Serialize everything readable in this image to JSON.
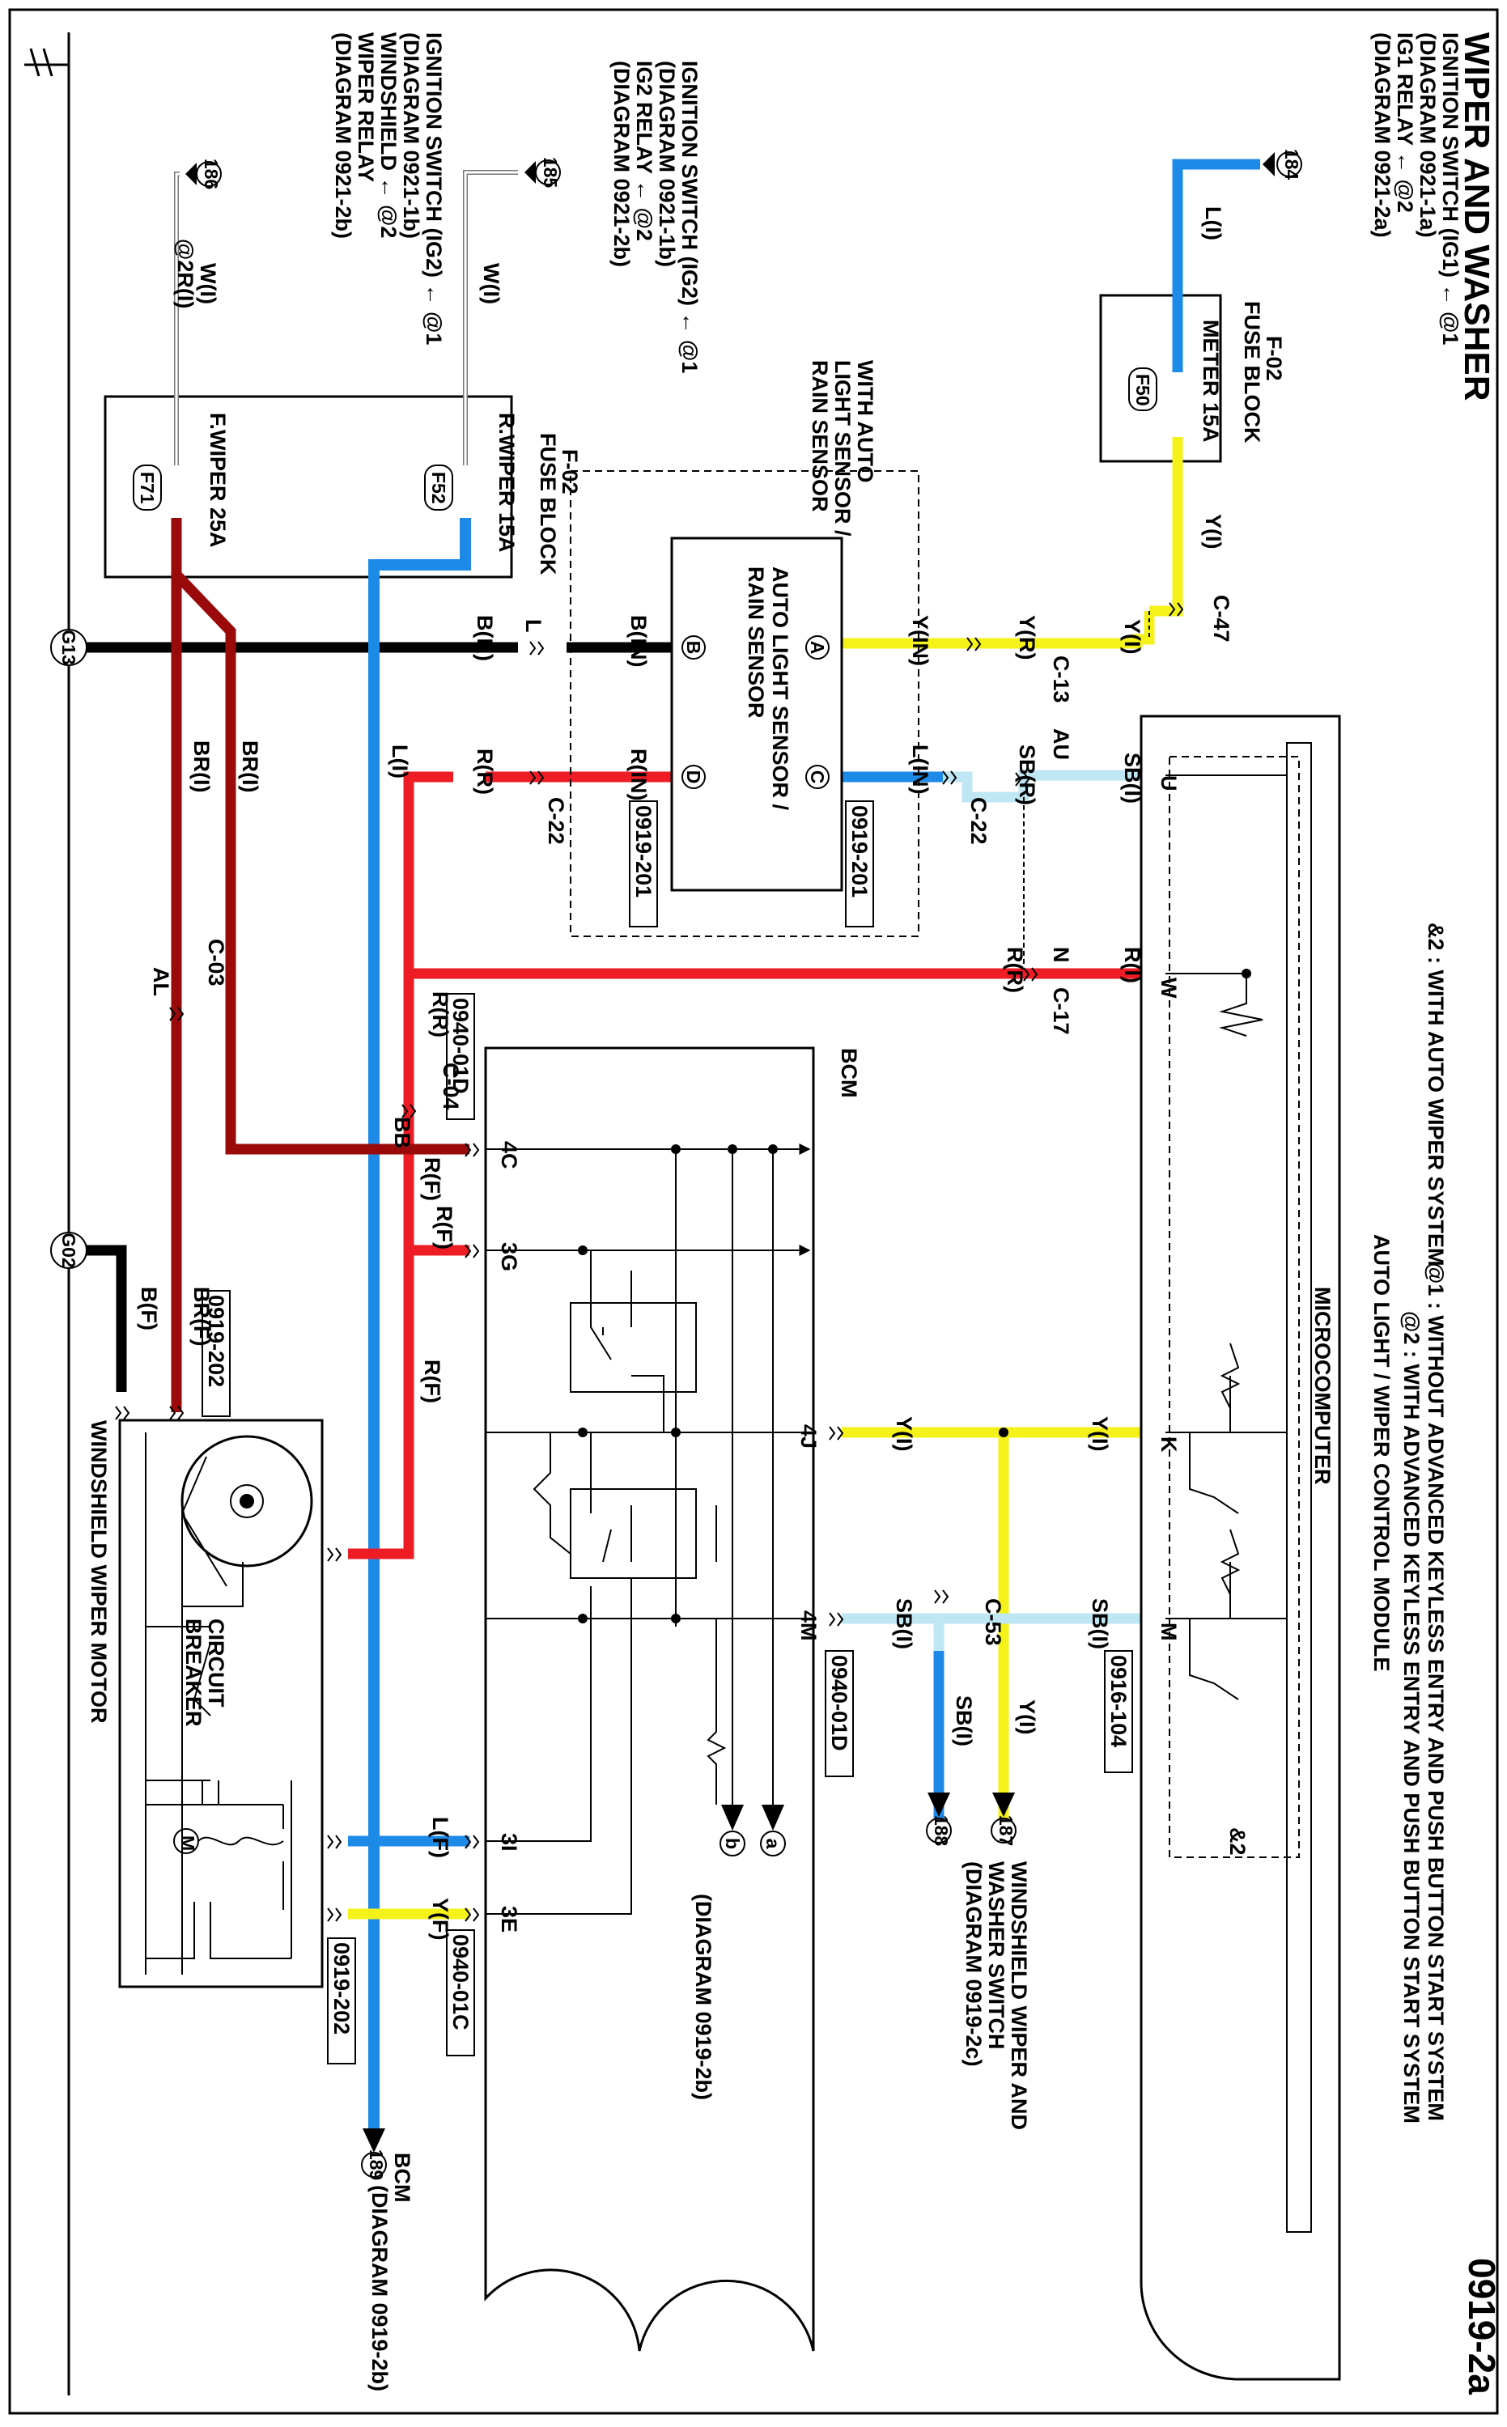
{
  "title": "WIPER AND WASHER",
  "page_number": "0919-2a",
  "notes": {
    "note1": "@1 : WITHOUT ADVANCED KEYLESS ENTRY AND PUSH BUTTON START SYSTEM",
    "note2": "@2 : WITH ADVANCED KEYLESS ENTRY AND PUSH BUTTON START SYSTEM",
    "note3": "&2 : WITH AUTO WIPER SYSTEM"
  },
  "sources": {
    "src184": {
      "ref": "184",
      "lines": [
        "IGNITION SWITCH (IG1) ← @1",
        "(DIAGRAM 0921-1a)",
        "IG1 RELAY ← @2",
        "(DIAGRAM 0921-2a)"
      ]
    },
    "src185": {
      "ref": "185",
      "lines": [
        "IGNITION SWITCH (IG2) ← @1",
        "(DIAGRAM 0921-1b)",
        "IG2 RELAY ← @2",
        "(DIAGRAM 0921-2b)"
      ]
    },
    "src186": {
      "ref": "186",
      "lines": [
        "IGNITION SWITCH (IG2) ← @1",
        "(DIAGRAM 0921-1b)",
        "WINDSHIELD ← @2",
        "WIPER RELAY",
        "(DIAGRAM 0921-2b)"
      ]
    }
  },
  "fuse_block_top": {
    "title": [
      "F-02",
      "FUSE BLOCK"
    ],
    "fuse_name": "METER 15A",
    "fuse_id": "F50"
  },
  "fuse_block_left": {
    "title": [
      "F-02",
      "FUSE BLOCK"
    ],
    "fuse1_name": "R.WIPER 15A",
    "fuse1_id": "F52",
    "fuse2_name": "F.WIPER 25A",
    "fuse2_id": "F71"
  },
  "sensor": {
    "enclosure_label": [
      "WITH AUTO",
      "LIGHT SENSOR /",
      "RAIN SENSOR"
    ],
    "name": [
      "AUTO LIGHT SENSOR /",
      "RAIN SENSOR"
    ],
    "pins": [
      "A",
      "B",
      "C",
      "D"
    ],
    "ref1": "0919-201",
    "ref2": "0919-201"
  },
  "module": {
    "title": "AUTO LIGHT / WIPER CONTROL MODULE",
    "micro": "MICROCOMPUTER",
    "pins": [
      "U",
      "W",
      "K",
      "M"
    ],
    "ref": "0916-104",
    "and2": "&2"
  },
  "bcm": {
    "title": "BCM",
    "pins": [
      "4C",
      "3G",
      "4J",
      "4M",
      "3I",
      "3E"
    ],
    "ref_top": "0940-01D",
    "ref_bot1": "0940-01D",
    "ref_bot2": "0940-01C"
  },
  "motor": {
    "title": "WINDSHIELD WIPER MOTOR",
    "breaker": [
      "CIRCUIT",
      "BREAKER"
    ],
    "ref1": "0919-202",
    "ref2": "0919-202",
    "m": "M"
  },
  "grounds": {
    "g13": "G13",
    "g02": "G02"
  },
  "connectors": {
    "c47": "C-47",
    "c13": "C-13",
    "au": "AU",
    "c22a": "C-22",
    "c22b": "C-22",
    "c17": "C-17",
    "n": "N",
    "c03": "C-03",
    "al": "AL",
    "c04": "C-04",
    "bb": "BB",
    "c53": "C-53"
  },
  "wires": {
    "w_l_top": "L(I)",
    "w_y_top": "Y(I)",
    "w_y_c47": "Y(I)",
    "w_yr": "Y(R)",
    "w_yin": "Y(IN)",
    "w_sb_top": "SB(I)",
    "w_sbr": "SB(R)",
    "w_lin": "L(IN)",
    "w_rI": "R(I)",
    "w_rR_c17": "R(R)",
    "w_bR": "B(R)",
    "w_bIN": "B(IN)",
    "w_l_mark": "L",
    "w_rR_c22": "R(R)",
    "w_rIN": "R(IN)",
    "w_w185": "W(I)",
    "w_w186a": "W(I)",
    "w_w186b": "@2R(I)",
    "w_l_blue": "L(I)",
    "w_br1": "BR(I)",
    "w_br2": "BR(I)",
    "w_rR_c04": "R(R)",
    "w_rF_a": "R(F)",
    "w_rF_b": "R(F)",
    "w_rF_c": "R(F)",
    "w_brF": "BR(F)",
    "w_bF": "B(F)",
    "w_y_bcm": "Y(I)",
    "w_y_mod": "Y(I)",
    "w_sb_bcm": "SB(I)",
    "w_sb_mod": "SB(I)",
    "w_y187": "Y(I)",
    "w_sb188": "SB(I)",
    "w_lF": "L(F)",
    "w_yF": "Y(F)"
  },
  "destinations": {
    "d187": {
      "ref": "187",
      "lines": [
        "WINDSHIELD WIPER AND",
        "WASHER SWITCH",
        "(DIAGRAM 0919-2c)"
      ]
    },
    "d188": {
      "ref": "188"
    },
    "da": {
      "ref": "a"
    },
    "db": {
      "ref": "b"
    },
    "dab_text": "(DIAGRAM 0919-2b)",
    "d189": {
      "ref": "189",
      "lines": [
        "BCM",
        "(DIAGRAM 0919-2b)"
      ]
    }
  },
  "colors": {
    "red": "#ee1c25",
    "darkred": "#9b0a0a",
    "blue": "#1d8ae8",
    "yellow": "#f5f21a",
    "lightblue": "#bfe6f3",
    "black": "#000000"
  }
}
